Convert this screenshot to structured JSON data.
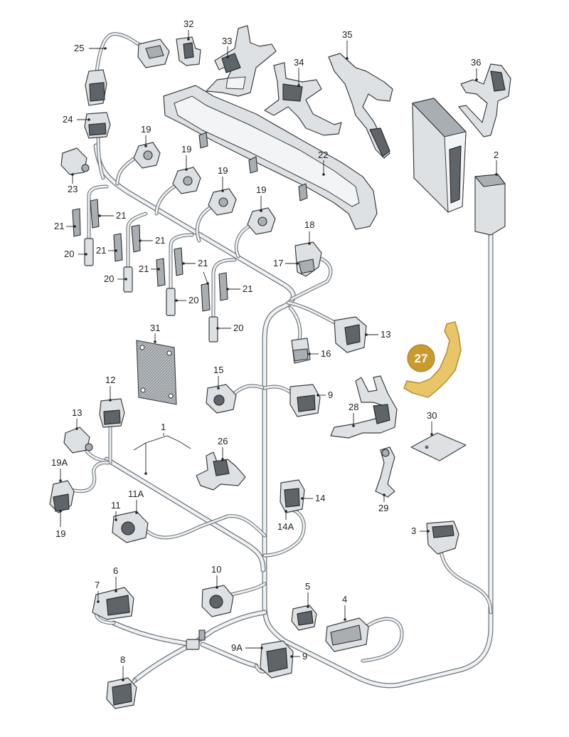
{
  "diagram": {
    "highlighted_part": "27",
    "colors": {
      "harness": "#6f7478",
      "part_fill": "#dde1e4",
      "highlight_fill": "#e8c568",
      "badge_fill": "#c99a2e",
      "label": "#222222"
    },
    "callouts": [
      {
        "id": "c-25",
        "label": "25"
      },
      {
        "id": "c-32",
        "label": "32"
      },
      {
        "id": "c-33",
        "label": "33"
      },
      {
        "id": "c-35",
        "label": "35"
      },
      {
        "id": "c-36",
        "label": "36"
      },
      {
        "id": "c-34",
        "label": "34"
      },
      {
        "id": "c-24",
        "label": "24"
      },
      {
        "id": "c-19a",
        "label": "19"
      },
      {
        "id": "c-19b",
        "label": "19"
      },
      {
        "id": "c-19c",
        "label": "19"
      },
      {
        "id": "c-19d",
        "label": "19"
      },
      {
        "id": "c-22",
        "label": "22"
      },
      {
        "id": "c-2",
        "label": "2"
      },
      {
        "id": "c-23",
        "label": "23"
      },
      {
        "id": "c-21a",
        "label": "21"
      },
      {
        "id": "c-21b",
        "label": "21"
      },
      {
        "id": "c-21c",
        "label": "21"
      },
      {
        "id": "c-21d",
        "label": "21"
      },
      {
        "id": "c-21e",
        "label": "21"
      },
      {
        "id": "c-21f",
        "label": "21"
      },
      {
        "id": "c-21g",
        "label": "21"
      },
      {
        "id": "c-20a",
        "label": "20"
      },
      {
        "id": "c-20b",
        "label": "20"
      },
      {
        "id": "c-20c",
        "label": "20"
      },
      {
        "id": "c-20d",
        "label": "20"
      },
      {
        "id": "c-18",
        "label": "18"
      },
      {
        "id": "c-17",
        "label": "17"
      },
      {
        "id": "c-13a",
        "label": "13"
      },
      {
        "id": "c-16",
        "label": "16"
      },
      {
        "id": "c-31",
        "label": "31"
      },
      {
        "id": "c-15",
        "label": "15"
      },
      {
        "id": "c-9a",
        "label": "9"
      },
      {
        "id": "c-12",
        "label": "12"
      },
      {
        "id": "c-28",
        "label": "28"
      },
      {
        "id": "c-30",
        "label": "30"
      },
      {
        "id": "c-13b",
        "label": "13"
      },
      {
        "id": "c-1",
        "label": "1"
      },
      {
        "id": "c-26",
        "label": "26"
      },
      {
        "id": "c-19A",
        "label": "19A"
      },
      {
        "id": "c-11A",
        "label": "11A"
      },
      {
        "id": "c-14",
        "label": "14"
      },
      {
        "id": "c-14A",
        "label": "14A"
      },
      {
        "id": "c-11",
        "label": "11"
      },
      {
        "id": "c-29",
        "label": "29"
      },
      {
        "id": "c-19e",
        "label": "19"
      },
      {
        "id": "c-3",
        "label": "3"
      },
      {
        "id": "c-6",
        "label": "6"
      },
      {
        "id": "c-10",
        "label": "10"
      },
      {
        "id": "c-7",
        "label": "7"
      },
      {
        "id": "c-5",
        "label": "5"
      },
      {
        "id": "c-4",
        "label": "4"
      },
      {
        "id": "c-9A",
        "label": "9A"
      },
      {
        "id": "c-9b",
        "label": "9"
      },
      {
        "id": "c-8",
        "label": "8"
      }
    ],
    "badge": {
      "label": "27"
    }
  }
}
